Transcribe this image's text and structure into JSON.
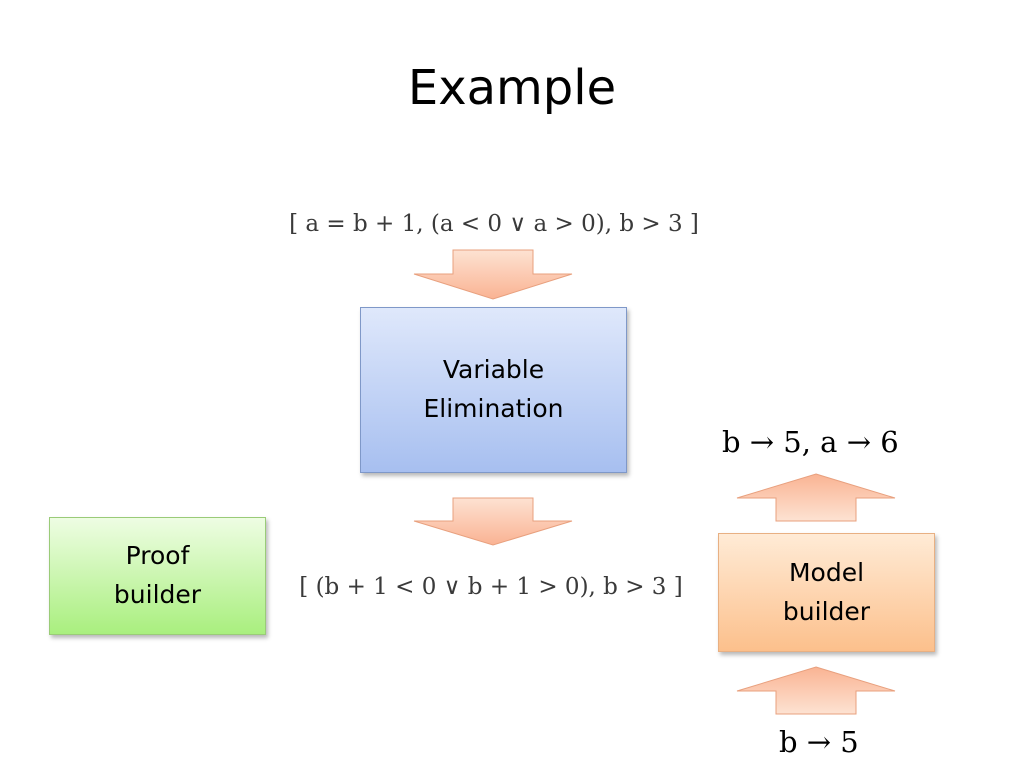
{
  "slide": {
    "title": "Example"
  },
  "formulas": {
    "input_constraints": "[ a = b + 1,  (a < 0 ∨ a > 0),  b > 3 ]",
    "output_constraints": "[ (b + 1 < 0 ∨ b + 1 > 0),  b > 3 ]",
    "partial_model": "b → 5",
    "full_model": "b → 5, a → 6"
  },
  "boxes": {
    "variable_elimination": "Variable\nElimination",
    "proof_builder": "Proof\nbuilder",
    "model_builder": "Model\nbuilder"
  },
  "colors": {
    "arrow_fill": "#fbc4a4",
    "arrow_stroke": "#e8a07e",
    "variable_elimination_box": "#b8cbf2",
    "proof_builder_box": "#bdf29a",
    "model_builder_box": "#fdd0a8"
  }
}
